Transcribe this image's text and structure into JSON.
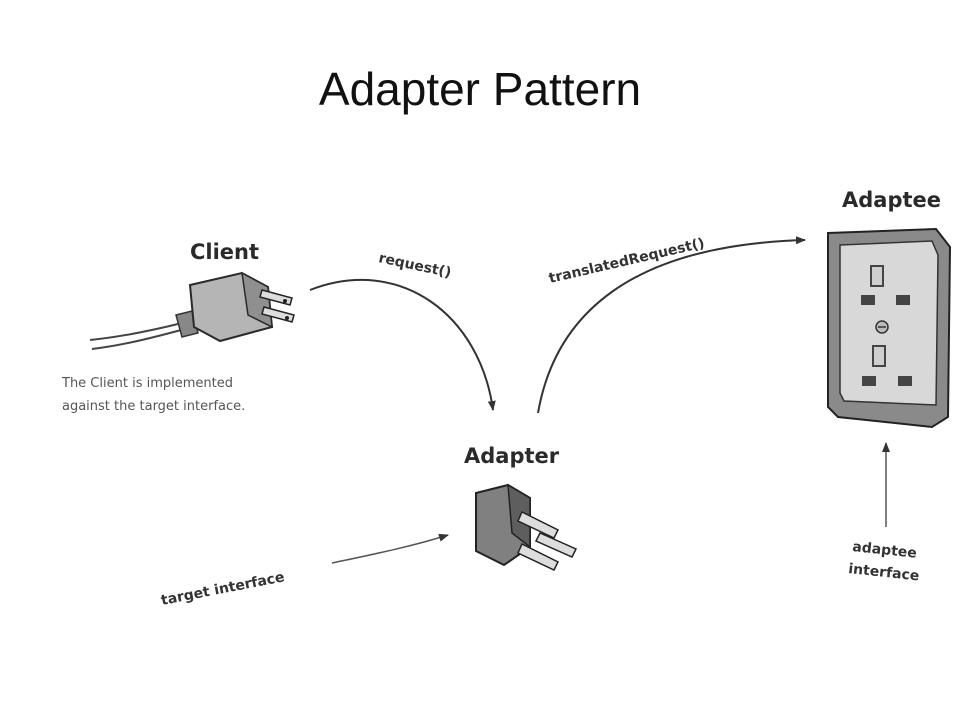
{
  "slide": {
    "title": "Adapter Pattern"
  },
  "diagram": {
    "client": {
      "label": "Client",
      "caption_line1": "The Client is implemented",
      "caption_line2": "against the target interface."
    },
    "adapter": {
      "label": "Adapter"
    },
    "adaptee": {
      "label": "Adaptee"
    },
    "edges": {
      "request": "request()",
      "translated_request": "translatedRequest()",
      "target_interface": "target interface",
      "adaptee_interface_line1": "adaptee",
      "adaptee_interface_line2": "interface"
    }
  }
}
